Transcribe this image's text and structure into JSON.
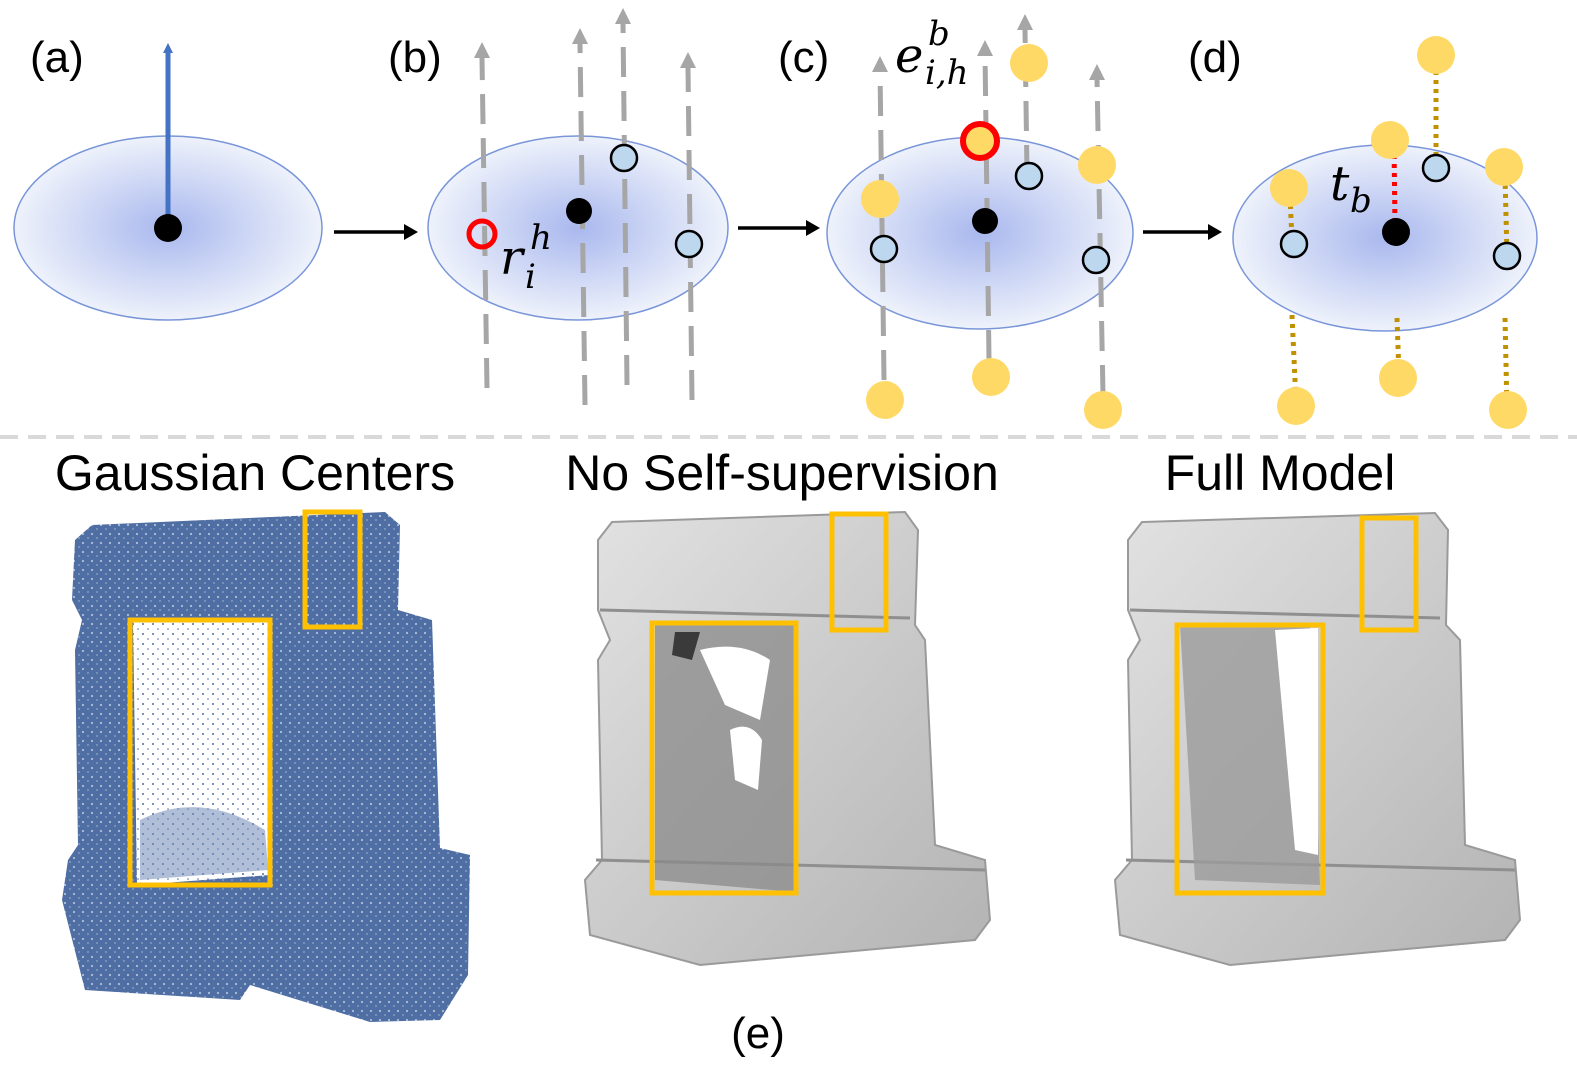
{
  "panels": {
    "a": {
      "label": "(a)"
    },
    "b": {
      "label": "(b)",
      "math_base": "r",
      "math_sub": "i",
      "math_sup": "h"
    },
    "c": {
      "label": "(c)",
      "math_base": "e",
      "math_sub": "i,h",
      "math_sup": "b"
    },
    "d": {
      "label": "(d)",
      "math_base": "t",
      "math_sub": "b"
    },
    "e": {
      "label": "(e)"
    }
  },
  "captions": {
    "left": "Gaussian Centers",
    "middle": "No Self-supervision",
    "right": "Full Model"
  },
  "colors": {
    "ellipse_fill_center": "#a9b8ee",
    "ellipse_fill_edge": "#e9eef9",
    "ellipse_stroke": "#7a96d9",
    "normal_arrow": "#4472c4",
    "ray": "#a6a6a6",
    "sample_point": "#bdd7ee",
    "intersection_point": "#ffd966",
    "highlight_ring": "#ff0000",
    "brown_dots": "#bf9000",
    "red_dots": "#ff0000",
    "box": "#ffc000",
    "point_cloud": "#4f6ea3",
    "mesh": "#c9c9c9",
    "divider": "#d9d9d9"
  }
}
